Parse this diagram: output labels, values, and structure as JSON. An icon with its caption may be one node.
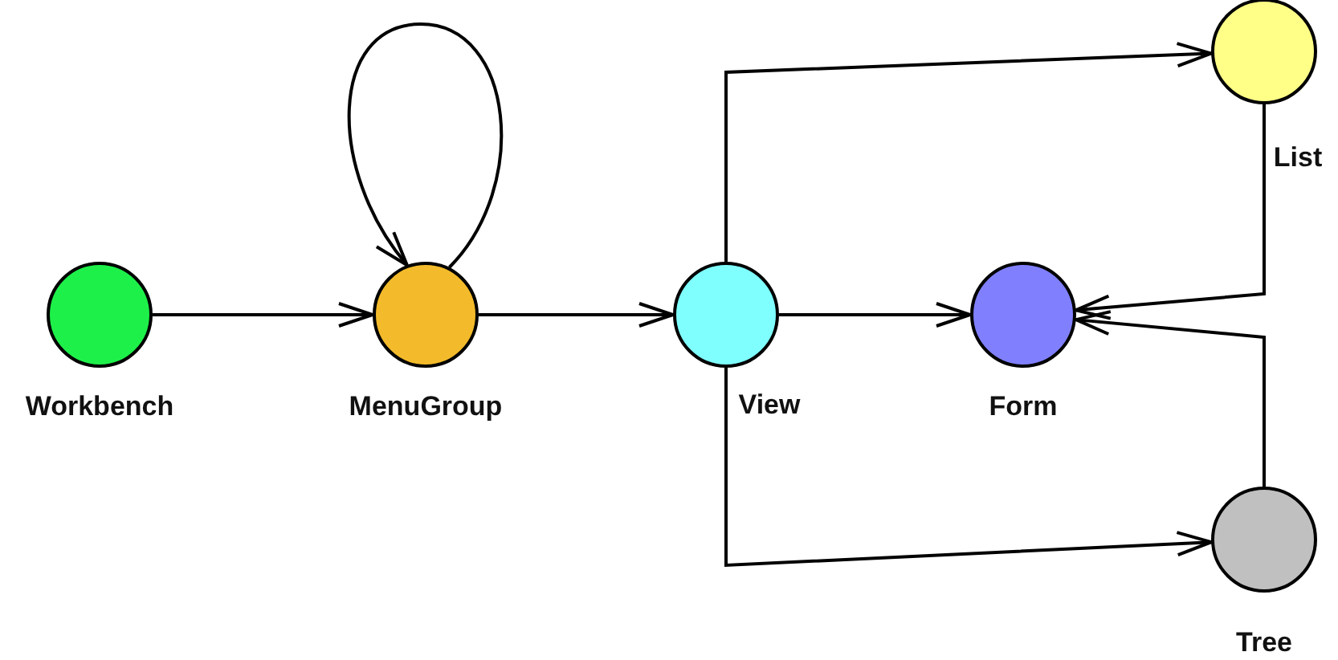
{
  "diagram": {
    "nodes": [
      {
        "text": [
          "Workbench"
        ]
      },
      {
        "text": [
          "MenuGroup"
        ]
      },
      {
        "text": [
          "View"
        ]
      },
      {
        "text": [
          "Form"
        ]
      },
      {
        "text": [
          "List"
        ]
      },
      {
        "text": [
          "Tree"
        ]
      }
    ],
    "edges": [
      {
        "from": 0,
        "to": 1,
        "arrow": "to"
      },
      {
        "from": 1,
        "to": 1,
        "arrow": "to"
      },
      {
        "from": 1,
        "to": 2,
        "arrow": "to"
      },
      {
        "from": 2,
        "to": 3,
        "arrow": "to"
      },
      {
        "from": 2,
        "to": 4,
        "arrow": "to"
      },
      {
        "from": 4,
        "to": 3,
        "arrow": "to"
      },
      {
        "from": 2,
        "to": 5,
        "arrow": "to"
      },
      {
        "from": 5,
        "to": 3,
        "arrow": "to"
      }
    ]
  }
}
